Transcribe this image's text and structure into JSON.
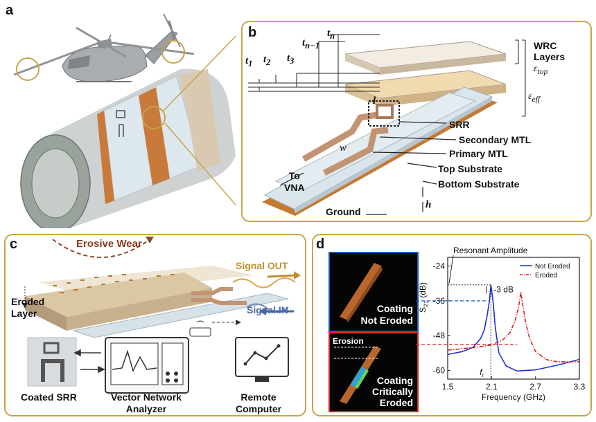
{
  "panels": {
    "a": "a",
    "b": "b",
    "c": "c",
    "d": "d"
  },
  "b": {
    "labels": {
      "wrc_layers": "WRC\nLayers",
      "eps_top": "ε",
      "eps_top_sub": "top",
      "eps_eff": "ε",
      "eps_eff_sub": "eff",
      "srr": "SRR",
      "secondary_mtl": "Secondary MTL",
      "primary_mtl": "Primary MTL",
      "top_substrate": "Top Substrate",
      "bottom_substrate": "Bottom Substrate",
      "ground": "Ground",
      "to_vna": "To\nVNA",
      "l": "l",
      "w": "w",
      "h": "h",
      "t1": "t",
      "t1_sub": "1",
      "t2": "t",
      "t2_sub": "2",
      "t3": "t",
      "t3_sub": "3",
      "tn1": "t",
      "tn1_sub": "n−1",
      "tn": "t",
      "tn_sub": "n"
    }
  },
  "c": {
    "labels": {
      "erosive_wear": "Erosive Wear",
      "signal_out": "Signal OUT",
      "signal_in": "Signal IN",
      "eroded_layer": "Eroded\nLayer",
      "coated_srr": "Coated SRR",
      "vna": "Vector Network\nAnalyzer",
      "remote_computer": "Remote\nComputer"
    }
  },
  "d": {
    "labels": {
      "coating_not_eroded": "Coating\nNot Eroded",
      "coating_critically_eroded": "Coating\nCritically\nEroded",
      "erosion": "Erosion",
      "resonant_amplitude": "Resonant Amplitude",
      "minus3db": "-3 dB",
      "fr": "f",
      "fr_sub": "r"
    }
  },
  "chart_data": {
    "type": "line",
    "xlabel": "Frequency (GHz)",
    "ylabel": "S21 (dB)",
    "ylabel_main": "S",
    "ylabel_sub": "21",
    "ylabel_unit": " (dB)",
    "xlim": [
      1.5,
      3.3
    ],
    "ylim": [
      -63,
      -21
    ],
    "xticks": [
      1.5,
      2.1,
      2.7,
      3.3
    ],
    "yticks": [
      -24,
      -36,
      -48,
      -60
    ],
    "xtick_labels": [
      "1.5",
      "2.1",
      "2.7",
      "3.3"
    ],
    "ytick_labels": [
      "-24",
      "-36",
      "-48",
      "-60"
    ],
    "legend_position": "top-right",
    "series": [
      {
        "name": "Not Eroded",
        "color": "#1f2fd6",
        "dash": "solid",
        "x": [
          1.5,
          1.7,
          1.85,
          1.95,
          2.0,
          2.04,
          2.07,
          2.09,
          2.12,
          2.15,
          2.2,
          2.3,
          2.45,
          2.7,
          3.0,
          3.3
        ],
        "y": [
          -54.5,
          -53.5,
          -52.0,
          -49.0,
          -46.0,
          -41.0,
          -36.0,
          -30.5,
          -36.0,
          -45.0,
          -54.0,
          -58.5,
          -60.2,
          -59.8,
          -58.2,
          -56.2
        ]
      },
      {
        "name": "Eroded",
        "color": "#e02020",
        "dash": "dashdot",
        "x": [
          1.5,
          1.9,
          2.1,
          2.25,
          2.35,
          2.42,
          2.47,
          2.5,
          2.53,
          2.57,
          2.62,
          2.7,
          2.85,
          3.0,
          3.3
        ],
        "y": [
          -53.0,
          -52.0,
          -51.2,
          -49.5,
          -47.0,
          -43.0,
          -38.0,
          -33.0,
          -38.0,
          -44.0,
          -49.0,
          -53.5,
          -56.3,
          -57.0,
          -57.0
        ]
      }
    ]
  }
}
